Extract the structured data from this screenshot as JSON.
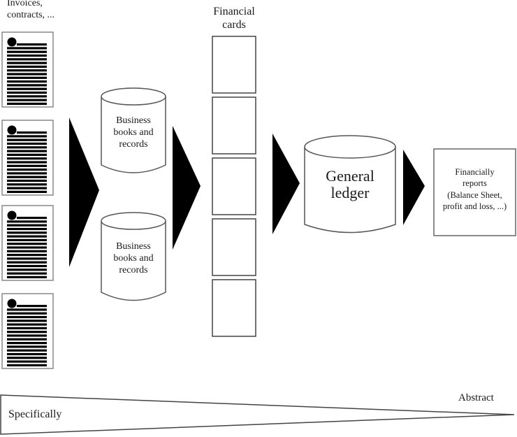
{
  "source_documents": {
    "label_line1": "Invoices,",
    "label_line2": "contracts, ...",
    "count": 4,
    "icon": "document-icon"
  },
  "business_records": [
    {
      "line1": "Business",
      "line2": "books and",
      "line3": "records"
    },
    {
      "line1": "Business",
      "line2": "books and",
      "line3": "records"
    }
  ],
  "financial_cards": {
    "label_line1": "Financial",
    "label_line2": "cards",
    "count": 5
  },
  "general_ledger": {
    "line1": "General",
    "line2": "ledger"
  },
  "reports": {
    "line1": "Financially",
    "line2": "reports",
    "line3": "(Balance Sheet,",
    "line4": "profit and loss, ...)"
  },
  "scale": {
    "left_label": "Specifically",
    "right_label": "Abstract"
  },
  "flow_arrows": 4,
  "colors": {
    "stroke": "#555555",
    "fill_dark": "#000000",
    "background": "#ffffff"
  }
}
